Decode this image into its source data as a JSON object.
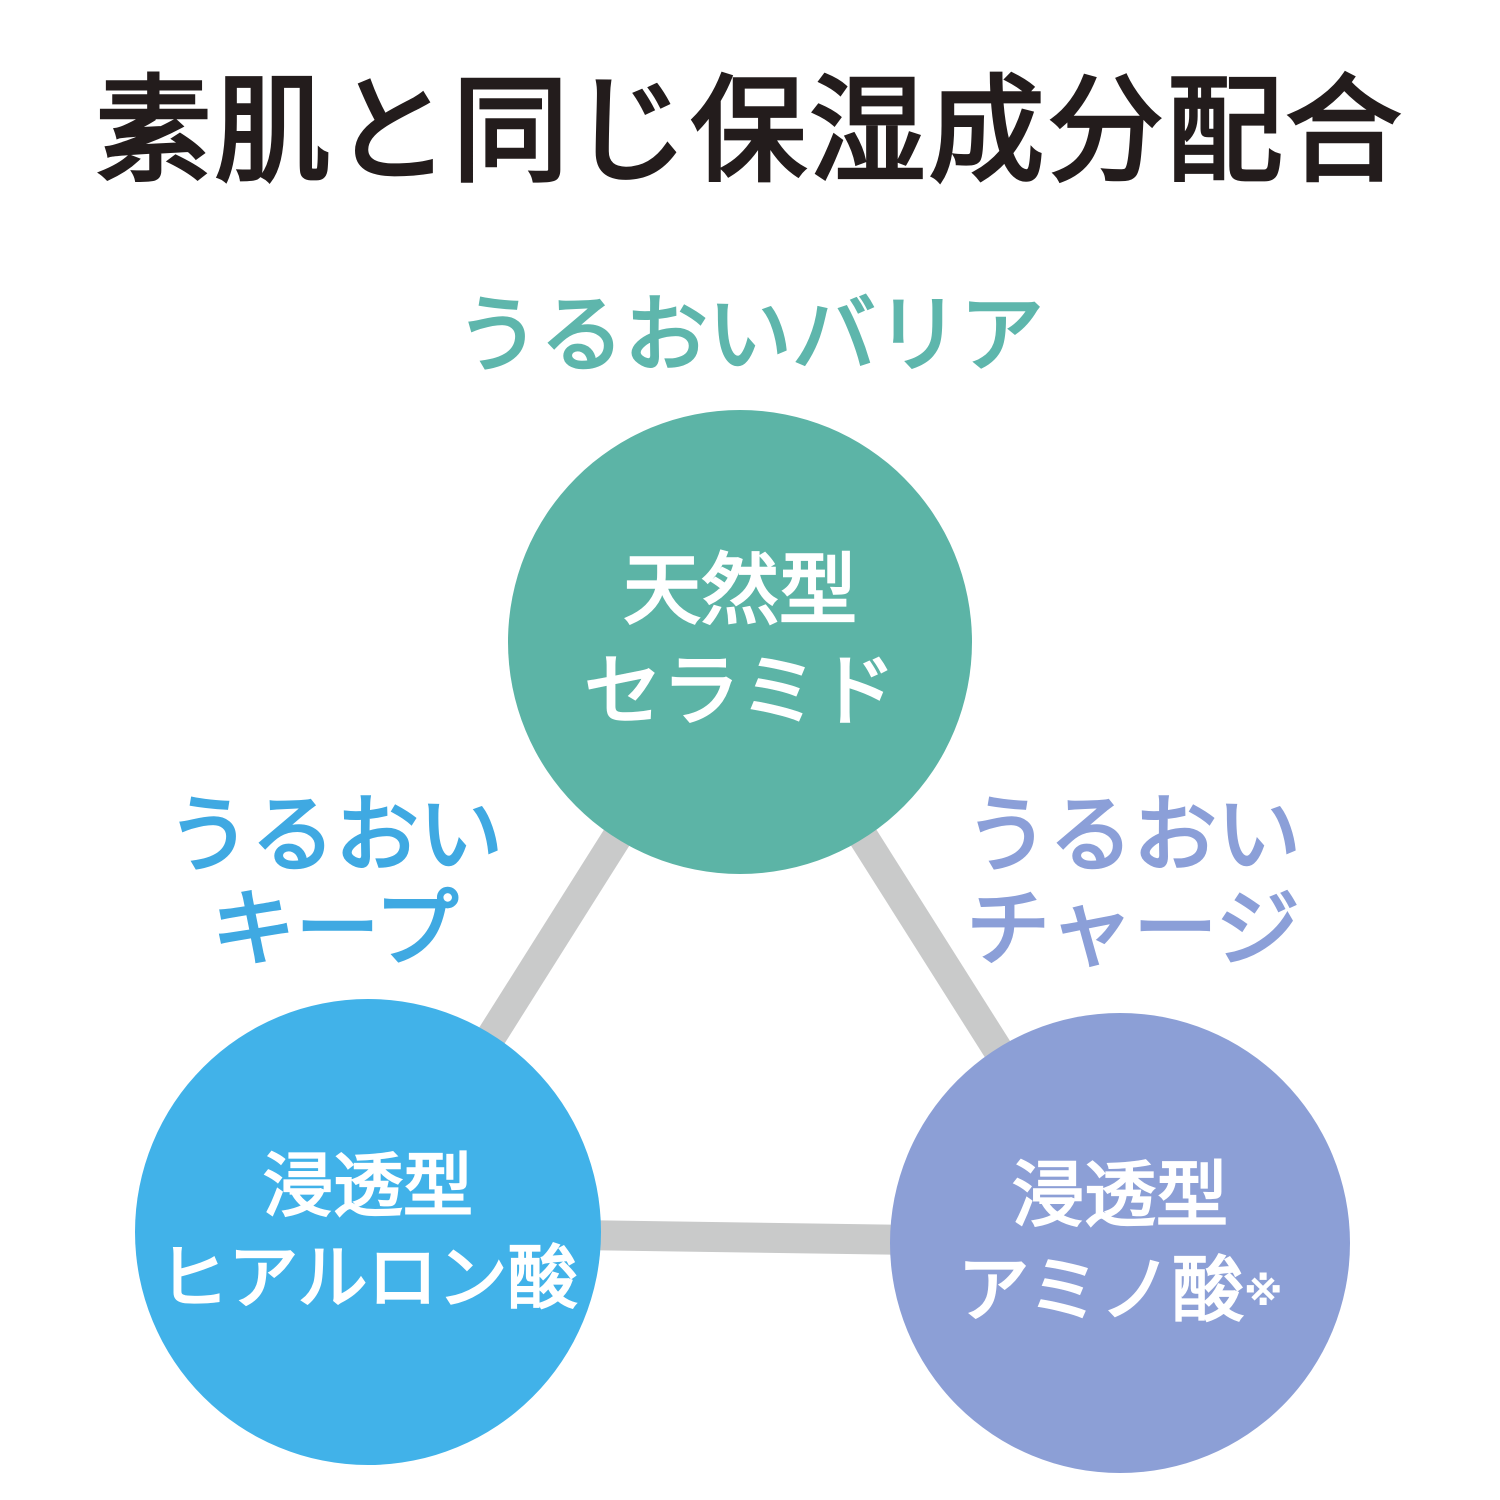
{
  "title": "素肌と同じ保湿成分配合",
  "connector_color": "#c9caca",
  "nodes": {
    "top": {
      "label": "うるおいバリア",
      "label_color": "#5eb6ac",
      "circle_color": "#5cb4a6",
      "line1": "天然型",
      "line2": "セラミド"
    },
    "left": {
      "label_line1": "うるおい",
      "label_line2": "キープ",
      "label_color": "#3fa9e2",
      "circle_color": "#41b2e9",
      "line1": "浸透型",
      "line2": "ヒアルロン酸"
    },
    "right": {
      "label_line1": "うるおい",
      "label_line2": "チャージ",
      "label_color": "#8b9fd8",
      "circle_color": "#8c9fd6",
      "line1": "浸透型",
      "line2": "アミノ酸",
      "line2_suffix": "※"
    }
  }
}
